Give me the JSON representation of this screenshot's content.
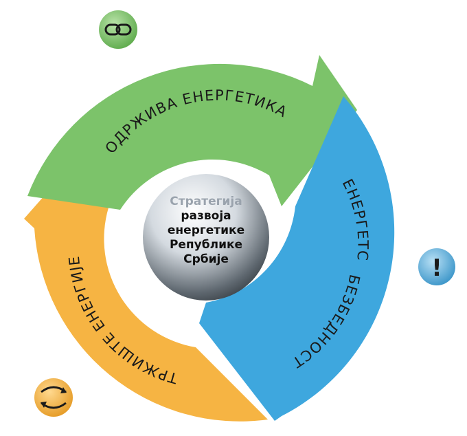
{
  "segments": [
    {
      "label": "ОДРЖИВА ЕНЕРГЕТИКА",
      "color": "#7cc36a"
    },
    {
      "label": "ЕНЕРГЕТСКА",
      "color": "#3ea7de"
    },
    {
      "label": "БЕЗБЕДНОСТ",
      "color": "#3ea7de"
    },
    {
      "label": "ТРЖИШТЕ ЕНЕРГИЈЕ",
      "color": "#f6b443"
    }
  ],
  "center": {
    "line1": "Стратегија",
    "line2": "развоја",
    "line3": "енергетике",
    "line4": "Републике",
    "line5": "Србије"
  },
  "icons": {
    "top": {
      "name": "chain-link-icon",
      "color": "#7cc36a"
    },
    "right": {
      "name": "exclamation-icon",
      "color": "#3ea7de",
      "glyph": "!"
    },
    "bottom": {
      "name": "cycle-arrows-icon",
      "color": "#f6b443"
    }
  }
}
